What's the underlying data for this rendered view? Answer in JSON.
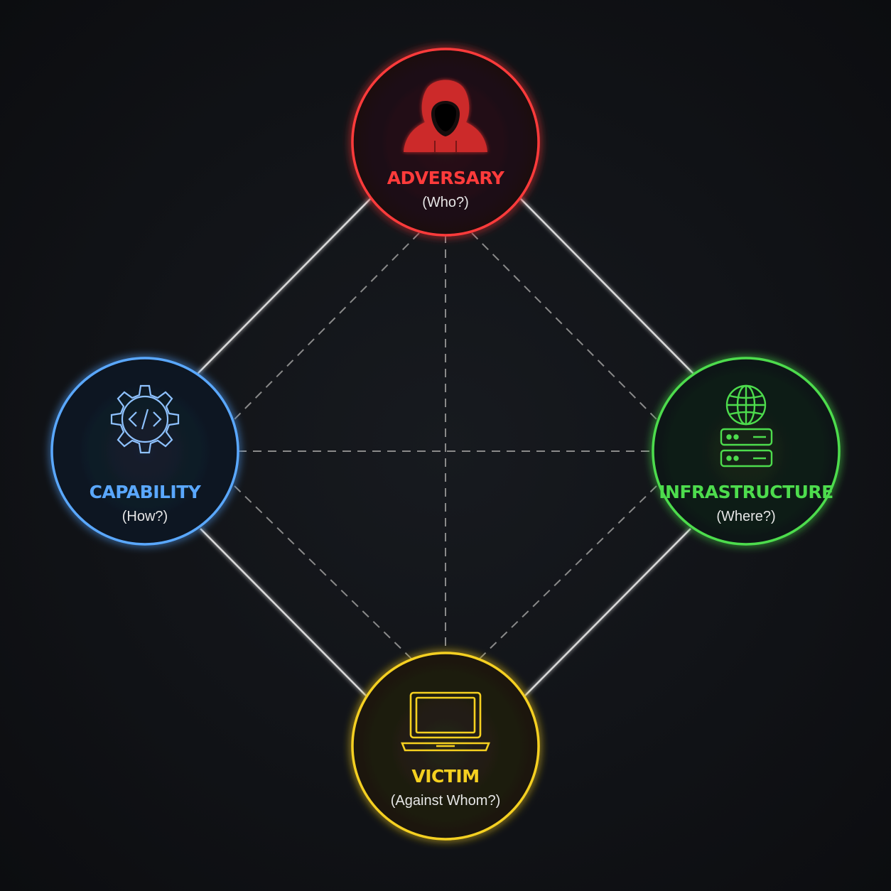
{
  "nodes": {
    "adversary": {
      "title": "ADVERSARY",
      "subtitle": "(Who?)",
      "color": "#ff3b3b",
      "icon": "hooded-figure-icon"
    },
    "capability": {
      "title": "CAPABILITY",
      "subtitle": "(How?)",
      "color": "#5aa8ff",
      "icon": "gear-code-icon"
    },
    "infrastructure": {
      "title": "INFRASTRUCTURE",
      "subtitle": "(Where?)",
      "color": "#4ddc4d",
      "icon": "globe-server-icon"
    },
    "victim": {
      "title": "VICTIM",
      "subtitle": "(Against Whom?)",
      "color": "#f5d020",
      "icon": "laptop-icon"
    }
  },
  "edges": {
    "solid": [
      [
        "adversary",
        "capability"
      ],
      [
        "adversary",
        "infrastructure"
      ],
      [
        "capability",
        "victim"
      ],
      [
        "infrastructure",
        "victim"
      ]
    ],
    "dashed": [
      [
        "adversary",
        "victim"
      ],
      [
        "capability",
        "infrastructure"
      ]
    ]
  },
  "colors": {
    "background": "#111317",
    "solid_edge": "#d9d9d9",
    "dashed_edge": "#8a8a8a"
  }
}
